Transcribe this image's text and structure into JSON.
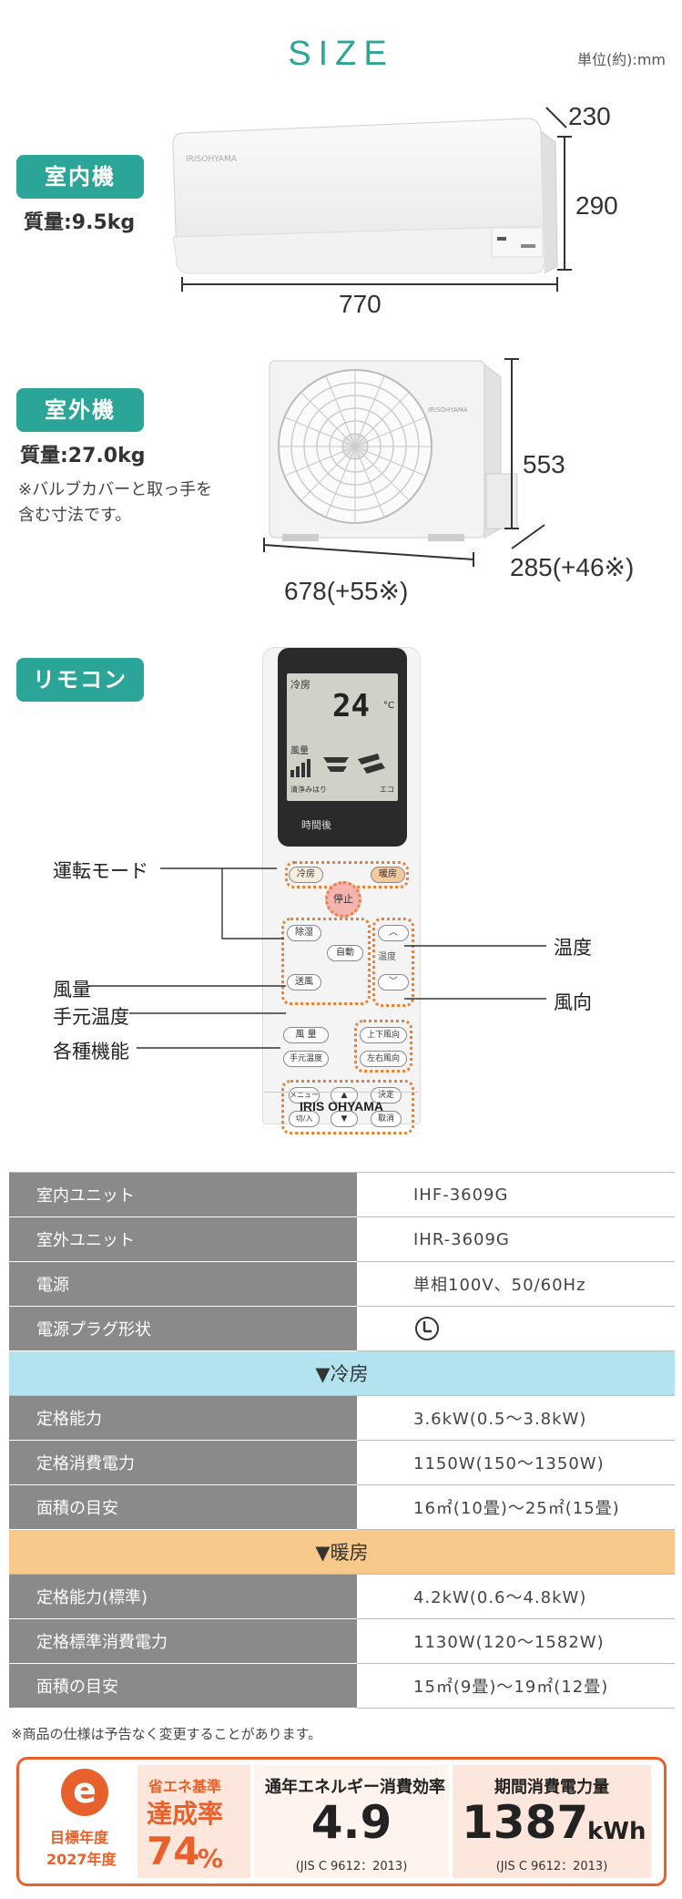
{
  "header": {
    "title": "SIZE",
    "unit": "単位(約):mm"
  },
  "indoor": {
    "badge": "室内機",
    "mass": "質量:9.5kg",
    "depth": "230",
    "height": "290",
    "width": "770",
    "brand_mark": "IRISOHYAMA"
  },
  "outdoor": {
    "badge": "室外機",
    "mass": "質量:27.0kg",
    "note_line1": "※バルブカバーと取っ手を",
    "note_line2": "含む寸法です。",
    "height": "553",
    "depth": "285(+46※)",
    "width": "678(+55※)",
    "brand_mark": "IRISOHYAMA"
  },
  "remote": {
    "badge": "リモコン",
    "display": {
      "mode": "冷房",
      "temp": "24",
      "temp_unit": "°C",
      "fan_label": "風量",
      "clean_label": "清浄みはり",
      "eco_label": "エコ",
      "timer_label": "時間後"
    },
    "buttons": {
      "cool": "冷房",
      "heat": "暖房",
      "stop": "停止",
      "dehumid": "除湿",
      "auto": "自動",
      "fan": "送風",
      "temp_label": "温度",
      "fan_vol": "風 量",
      "local_temp": "手元温度",
      "vert": "上下風向",
      "horiz": "左右風向",
      "menu": "メニュー",
      "decide": "決定",
      "onoff": "切/入",
      "cancel": "取消"
    },
    "brand": "IRIS OHYAMA",
    "callouts": {
      "mode": "運転モード",
      "temp": "温度",
      "fan": "風量",
      "local_temp": "手元温度",
      "wind_dir": "風向",
      "functions": "各種機能"
    }
  },
  "spec": {
    "rows": [
      {
        "k": "室内ユニット",
        "v": "IHF-3609G"
      },
      {
        "k": "室外ユニット",
        "v": "IHR-3609G"
      },
      {
        "k": "電源",
        "v": "単相100V、50/60Hz"
      },
      {
        "k": "電源プラグ形状",
        "v": ""
      }
    ],
    "cooling_header": "▼冷房",
    "cooling": [
      {
        "k": "定格能力",
        "v": "3.6kW(0.5〜3.8kW)"
      },
      {
        "k": "定格消費電力",
        "v": "1150W(150〜1350W)"
      },
      {
        "k": "面積の目安",
        "v": "16㎡(10畳)〜25㎡(15畳)"
      }
    ],
    "heating_header": "▼暖房",
    "heating": [
      {
        "k": "定格能力(標準)",
        "v": "4.2kW(0.6〜4.8kW)"
      },
      {
        "k": "定格標準消費電力",
        "v": "1130W(120〜1582W)"
      },
      {
        "k": "面積の目安",
        "v": "15㎡(9畳)〜19㎡(12畳)"
      }
    ],
    "footnote": "※商品の仕様は予告なく変更することがあります。"
  },
  "energy": {
    "logo_letter": "e",
    "target_line1": "目標年度",
    "target_line2": "2027年度",
    "std_label": "省エネ基準",
    "achieve": "達成率",
    "rate": "74",
    "pct": "%",
    "apf_label": "通年エネルギー消費効率",
    "apf": "4.9",
    "apf_std": "(JIS C 9612：2013)",
    "kwh_label": "期間消費電力量",
    "kwh": "1387",
    "kwh_unit": "kWh",
    "kwh_std": "(JIS C 9612：2013)"
  },
  "colors": {
    "accent": "#2aa597",
    "cool": "#b3e3ee",
    "heat": "#f7c98a",
    "energy": "#e8612c",
    "dotted": "#e8803a"
  }
}
